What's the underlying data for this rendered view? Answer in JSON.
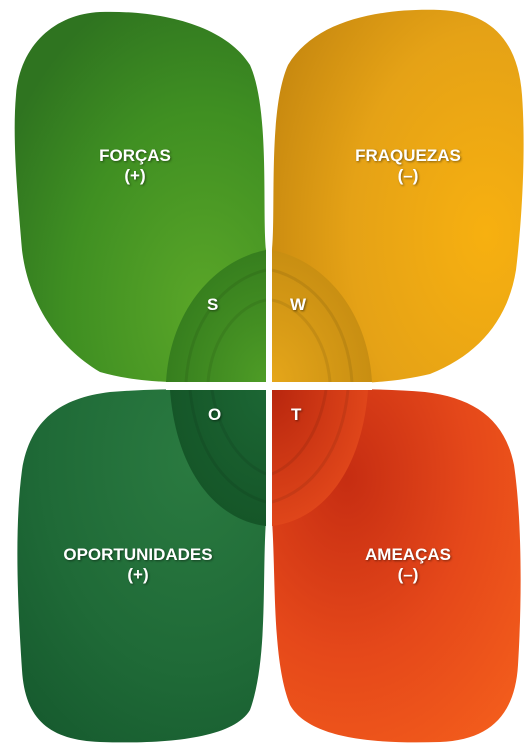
{
  "quadrants": {
    "forcas": {
      "title": "FORÇAS",
      "sign": "(+)",
      "color": "#3f8f22"
    },
    "fraquezas": {
      "title": "FRAQUEZAS",
      "sign": "(–)",
      "color": "#e0a012"
    },
    "oportunidades": {
      "title": "OPORTUNIDADES",
      "sign": "(+)",
      "color": "#1f6a37"
    },
    "ameacas": {
      "title": "AMEAÇAS",
      "sign": "(–)",
      "color": "#e8541a"
    }
  },
  "letters": {
    "s": "S",
    "w": "W",
    "o": "O",
    "t": "T"
  }
}
